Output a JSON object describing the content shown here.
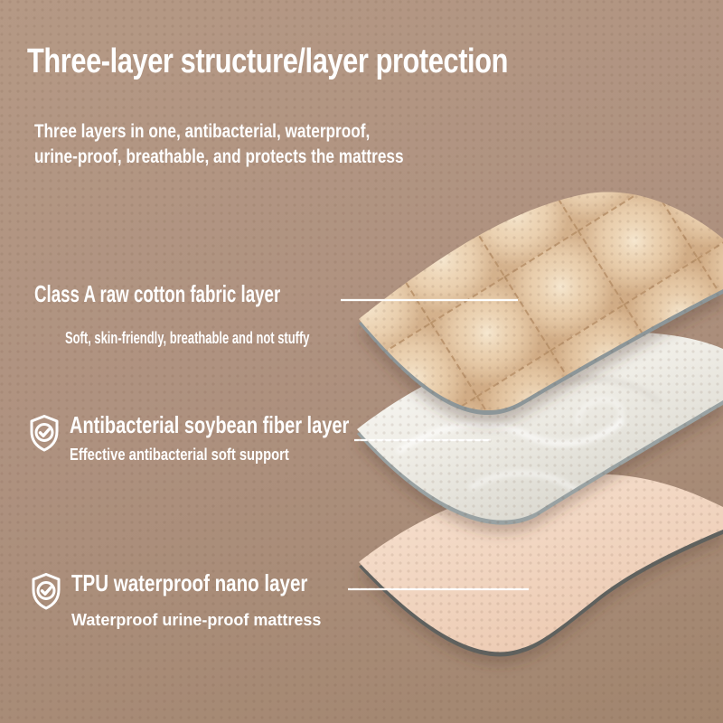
{
  "header": {
    "title": "Three-layer structure/layer protection",
    "subtitle_lines": [
      "Three layers in one, antibacterial, waterproof,",
      "urine-proof, breathable, and protects the mattress"
    ]
  },
  "callouts": [
    {
      "heading": "Class A raw cotton fabric layer",
      "description": "Soft, skin-friendly, breathable and not stuffy",
      "icon": null
    },
    {
      "heading": "Antibacterial soybean fiber layer",
      "description": "Effective antibacterial soft support",
      "icon": "shield-check-icon"
    },
    {
      "heading": "TPU waterproof nano layer",
      "description": "Waterproof urine-proof mattress",
      "icon": "shield-check-icon"
    }
  ],
  "illustration": {
    "sheets": [
      {
        "position": "top",
        "label": "quilted beige cotton fabric sheet"
      },
      {
        "position": "middle",
        "label": "white fluffy soybean fiber wadding sheet"
      },
      {
        "position": "bottom",
        "label": "smooth pink TPU waterproof film sheet"
      }
    ]
  },
  "colors": {
    "background_top": "#b59985",
    "background_bottom": "#a1856e",
    "text": "#ffffff",
    "quilt_fabric": "#e3c5a2",
    "fiber_wadding": "#efede6",
    "tpu_film": "#f0d5c0",
    "sheet_edge_gray": "#8c9699",
    "tpu_edge_dark": "#5f615e",
    "leader_line": "#ffffff"
  }
}
